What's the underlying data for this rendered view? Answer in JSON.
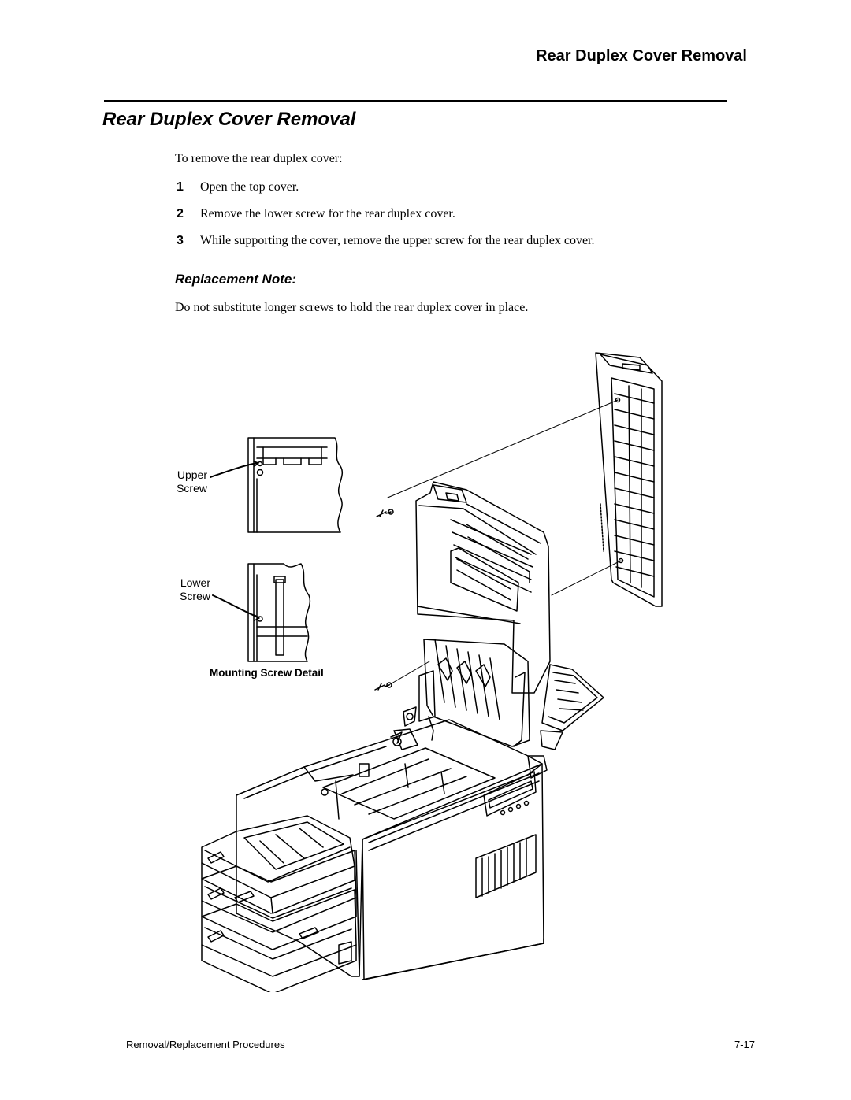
{
  "header": {
    "running_title": "Rear Duplex Cover Removal"
  },
  "title": "Rear Duplex Cover Removal",
  "intro": "To remove the rear duplex cover:",
  "steps": [
    {
      "num": "1",
      "text": "Open the top cover."
    },
    {
      "num": "2",
      "text": "Remove the lower screw for the rear duplex cover."
    },
    {
      "num": "3",
      "text": "While supporting the cover, remove the upper screw for the rear duplex cover."
    }
  ],
  "replacement_note": {
    "heading": "Replacement Note:",
    "text": "Do not substitute longer screws to hold the rear duplex cover in place."
  },
  "figure": {
    "upper_label_1": "Upper",
    "upper_label_2": "Screw",
    "lower_label_1": "Lower",
    "lower_label_2": "Screw",
    "caption": "Mounting Screw Detail"
  },
  "footer": {
    "left": "Removal/Replacement Procedures",
    "right": "7-17"
  }
}
